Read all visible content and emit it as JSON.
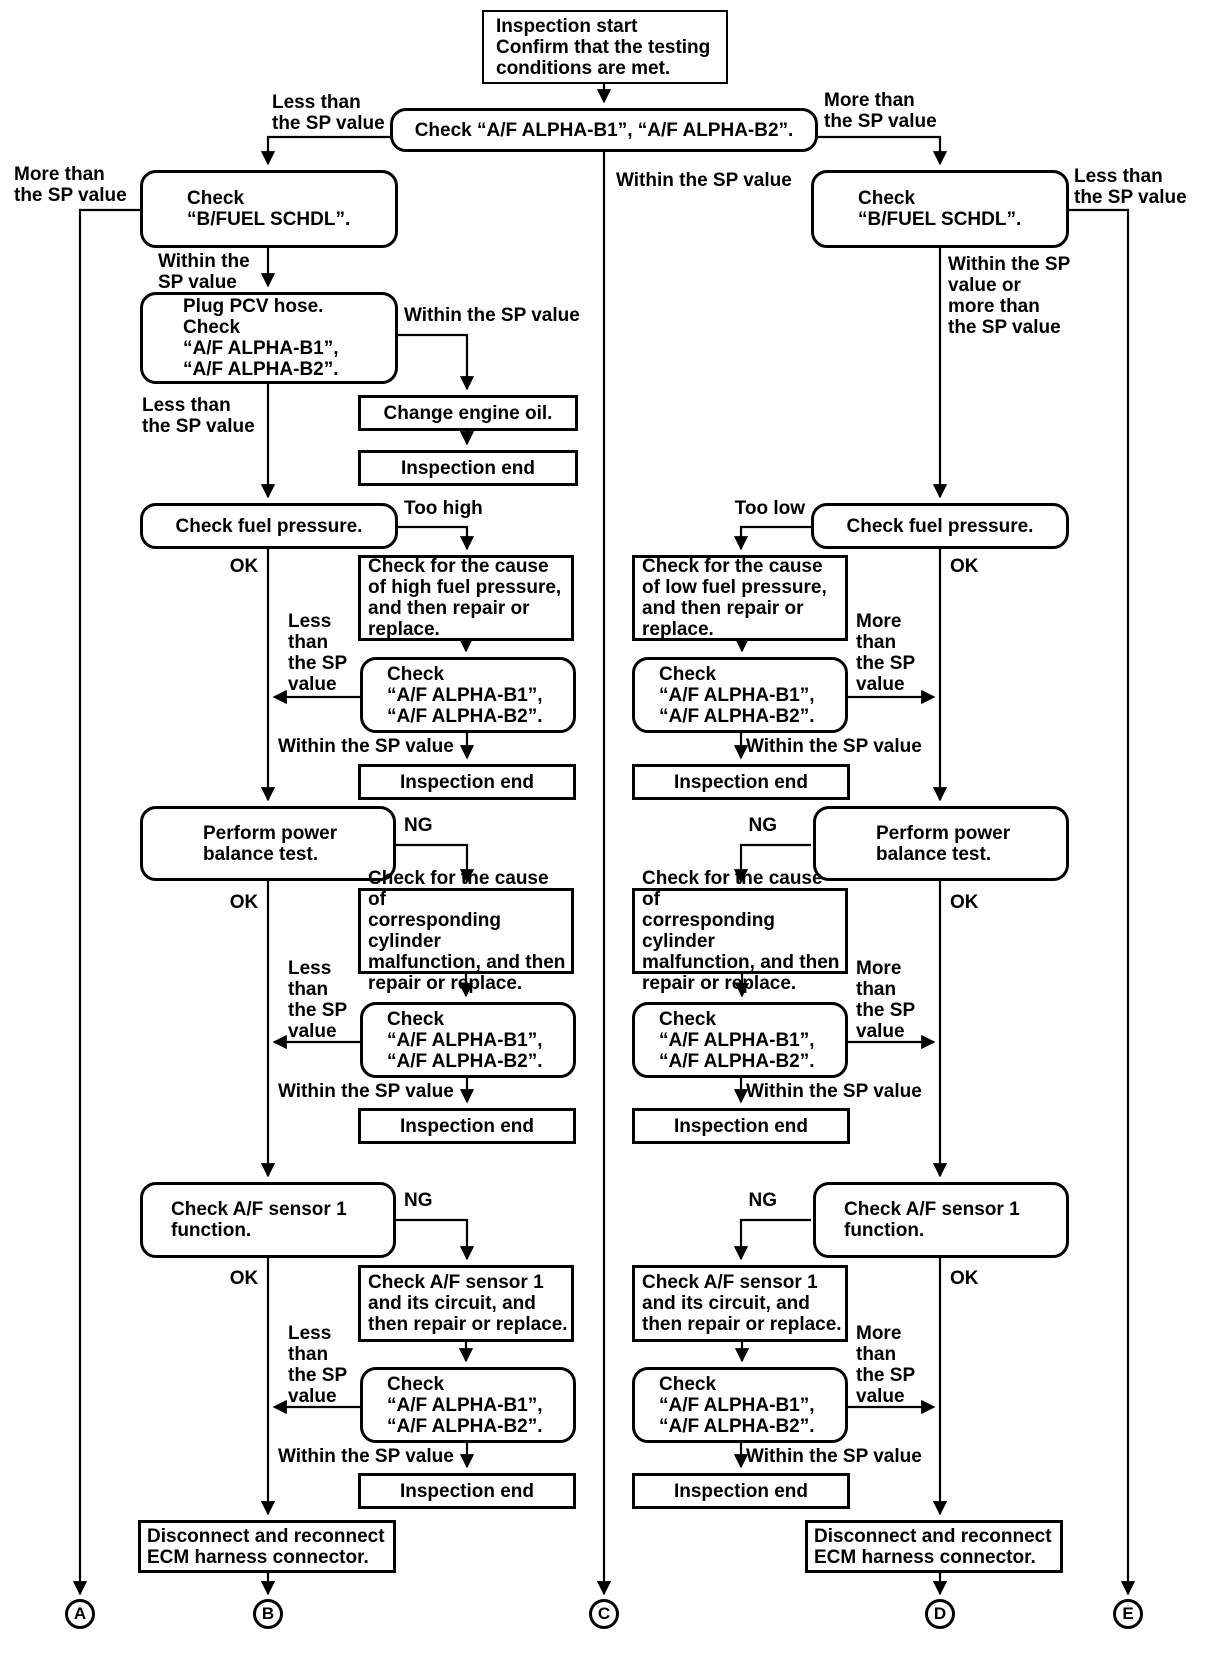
{
  "nodes": {
    "inspection_start": "Inspection start\nConfirm that the testing\nconditions are met.",
    "check_alpha_top": "Check “A/F ALPHA-B1”, “A/F ALPHA-B2”.",
    "check_bfuel": "Check\n“B/FUEL SCHDL”.",
    "plug_pcv": "Plug PCV hose.\nCheck\n“A/F ALPHA-B1”,\n“A/F ALPHA-B2”.",
    "change_oil": "Change engine oil.",
    "inspection_end": "Inspection end",
    "check_fuel_pressure": "Check fuel pressure.",
    "cause_high_fuel": "Check for the cause\nof high fuel pressure,\nand then repair or\nreplace.",
    "cause_low_fuel": "Check for the cause\nof low fuel pressure,\nand then repair or\nreplace.",
    "check_alpha": "Check\n“A/F ALPHA-B1”,\n“A/F ALPHA-B2”.",
    "power_balance": "Perform power\nbalance test.",
    "cause_cylinder": "Check for the cause of\ncorresponding cylinder\nmalfunction, and then\nrepair or replace.",
    "check_af_sensor": "Check A/F sensor 1\nfunction.",
    "af_sensor_circuit": "Check A/F sensor 1\nand its circuit, and\nthen repair or replace.",
    "ecm_reconnect": "Disconnect and reconnect\nECM harness connector."
  },
  "labels": {
    "less_than": "Less than\nthe SP value",
    "more_than": "More than\nthe SP value",
    "within_sp": "Within the SP value",
    "within_sp_2l": "Within the\nSP value",
    "within_or_more": "Within the SP\nvalue or\nmore than\nthe SP value",
    "less_stack": "Less\nthan\nthe SP\nvalue",
    "more_stack": "More\nthan\nthe SP\nvalue",
    "too_high": "Too high",
    "too_low": "Too low",
    "ok": "OK",
    "ng": "NG"
  },
  "connectors": {
    "a": "A",
    "b": "B",
    "c": "C",
    "d": "D",
    "e": "E"
  }
}
